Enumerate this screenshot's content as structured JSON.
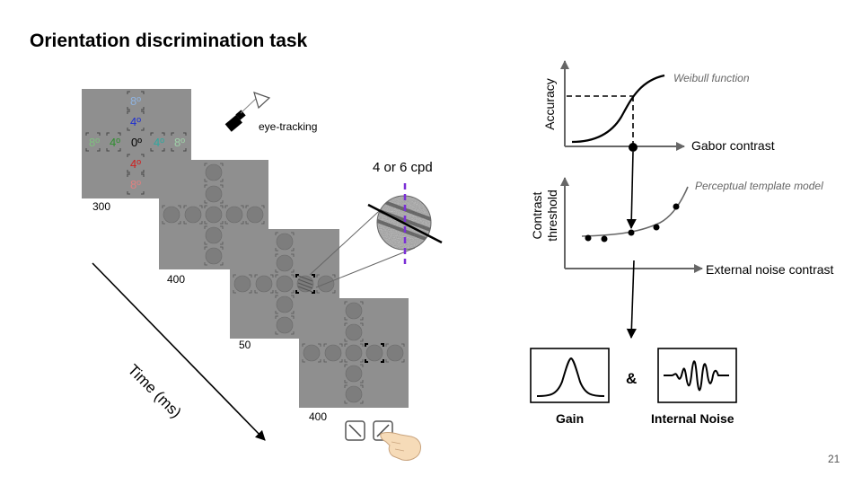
{
  "title": "Orientation discrimination task",
  "page_number": "21",
  "stimulus_sequence": {
    "fixation_labels": {
      "top_outer": "8º",
      "top_inner": "4º",
      "center": "0º",
      "left_outer": "8º",
      "left_inner": "4º",
      "right_inner": "4º",
      "right_outer": "8º",
      "bottom_inner": "4º",
      "bottom_outer": "8º"
    },
    "durations": [
      "300",
      "400",
      "50",
      "400"
    ],
    "time_axis_label": "Time (ms)",
    "eye_tracking_label": "eye-tracking",
    "frequency_label": "4 or 6 cpd"
  },
  "psychometric_panel": {
    "y_label": "Accuracy",
    "x_label": "Gabor contrast",
    "curve_label": "Weibull function"
  },
  "threshold_panel": {
    "y_label": "Contrast threshold",
    "x_label": "External noise contrast",
    "curve_label": "Perceptual template model"
  },
  "outcomes": {
    "gain_label": "Gain",
    "connector": "&",
    "noise_label": "Internal Noise"
  },
  "colors": {
    "frame_gray": "#8f8f8f",
    "dashed_line": "#7b2fd6",
    "ecc_8_top": "#8fb3e0",
    "ecc_4_top": "#1f2fd0",
    "ecc_8_left": "#7fc07f",
    "ecc_4_left": "#2f8f2f",
    "ecc_4_right": "#2fa8a0",
    "ecc_8_right": "#9fd0a8",
    "ecc_4_bottom": "#d02020",
    "ecc_8_bottom": "#e08080"
  }
}
